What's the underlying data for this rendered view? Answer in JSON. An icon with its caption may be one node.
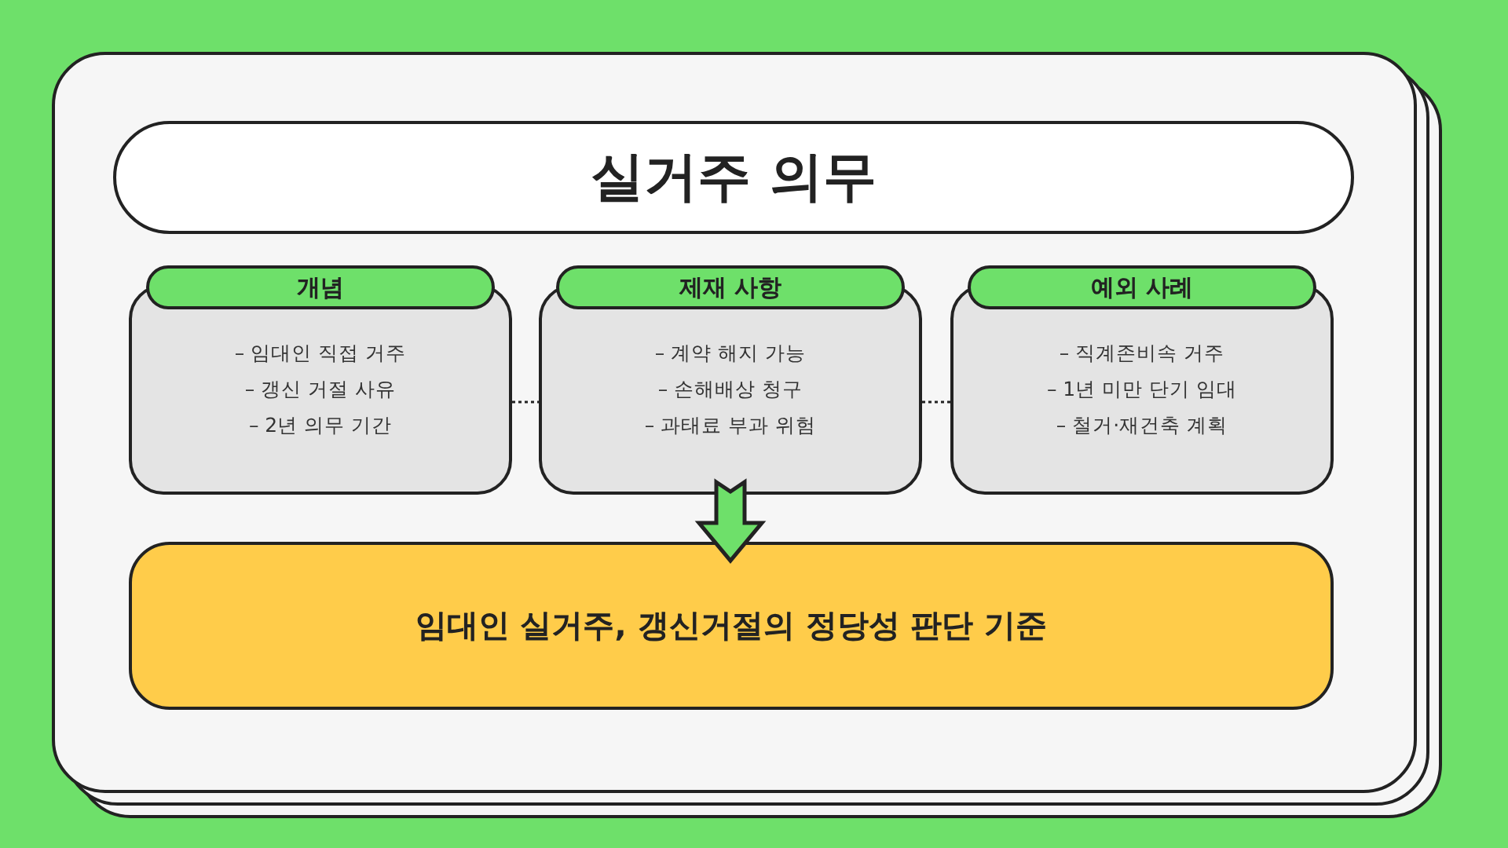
{
  "diagram": {
    "nodes": [
      {
        "text": [
          "실거주 의무"
        ]
      },
      {
        "text": [
          "개념"
        ]
      },
      {
        "text": [
          "– 임대인 직접 거주",
          "– 갱신 거절 사유",
          "– 2년 의무 기간"
        ]
      },
      {
        "text": [
          "제재 사항"
        ]
      },
      {
        "text": [
          "– 계약 해지 가능",
          "– 손해배상 청구",
          "– 과태료 부과 위험"
        ]
      },
      {
        "text": [
          "예외 사례"
        ]
      },
      {
        "text": [
          "– 직계존비속 거주",
          "– 1년 미만 단기 임대",
          "– 철거·재건축 계획"
        ]
      },
      {
        "text": [
          "임대인 실거주, 갱신거절의 정당성 판단 기준"
        ]
      }
    ],
    "edges": [
      {
        "from": 2,
        "to": 4,
        "arrow": "none",
        "style": "dashed"
      },
      {
        "from": 4,
        "to": 6,
        "arrow": "none",
        "style": "dashed"
      },
      {
        "from": 4,
        "to": 7,
        "arrow": "to",
        "style": "thick",
        "color": "#6ee06a"
      }
    ]
  }
}
